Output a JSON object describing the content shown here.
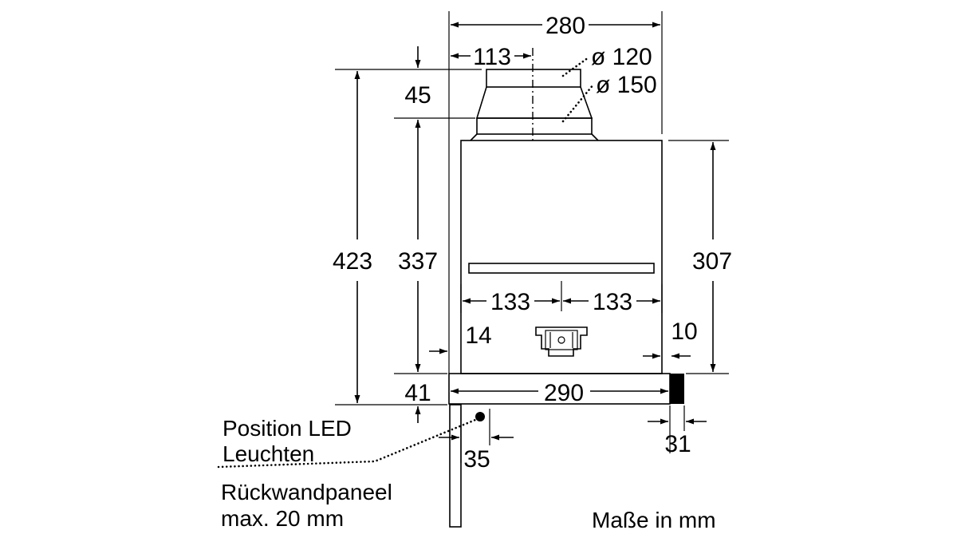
{
  "dimensions": {
    "width_top": "280",
    "outlet_offset": "113",
    "dia_inner": "ø 120",
    "dia_outer": "ø 150",
    "collar_height": "45",
    "total_height": "423",
    "body_height_left": "337",
    "body_height_right": "307",
    "half_left": "133",
    "half_right": "133",
    "front_offset_left": "14",
    "front_offset_right": "10",
    "bottom_height": "41",
    "width_bottom": "290",
    "led_offset": "35",
    "front_panel": "31"
  },
  "labels": {
    "led_line1": "Position LED",
    "led_line2": "Leuchten",
    "panel_line1": "Rückwandpaneel",
    "panel_line2": "max. 20 mm",
    "units": "Maße in mm"
  }
}
